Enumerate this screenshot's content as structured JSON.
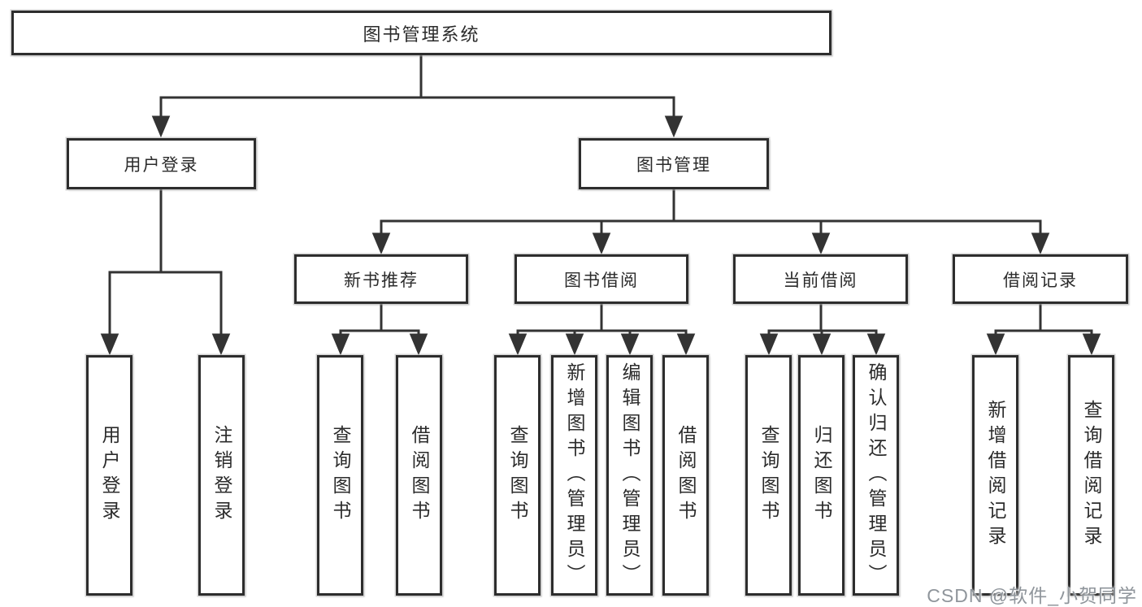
{
  "tree": {
    "label": "图书管理系统",
    "children": [
      {
        "label": "用户登录",
        "children": [
          {
            "label": "用户登录"
          },
          {
            "label": "注销登录"
          }
        ]
      },
      {
        "label": "图书管理",
        "children": [
          {
            "label": "新书推荐",
            "children": [
              {
                "label": "查询图书"
              },
              {
                "label": "借阅图书"
              }
            ]
          },
          {
            "label": "图书借阅",
            "children": [
              {
                "label": "查询图书"
              },
              {
                "label": "新增图书（管理员）"
              },
              {
                "label": "编辑图书（管理员）"
              },
              {
                "label": "借阅图书"
              }
            ]
          },
          {
            "label": "当前借阅",
            "children": [
              {
                "label": "查询图书"
              },
              {
                "label": "归还图书"
              },
              {
                "label": "确认归还（管理员）"
              }
            ]
          },
          {
            "label": "借阅记录",
            "children": [
              {
                "label": "新增借阅记录"
              },
              {
                "label": "查询借阅记录"
              }
            ]
          }
        ]
      }
    ]
  },
  "watermark": {
    "text": "CSDN @软件_小贺同学"
  },
  "colors": {
    "background": "#ffffff",
    "line": "#333333",
    "box_border": "#2d2d2d",
    "text": "#2b2b2b",
    "watermark": "#8f959b"
  }
}
